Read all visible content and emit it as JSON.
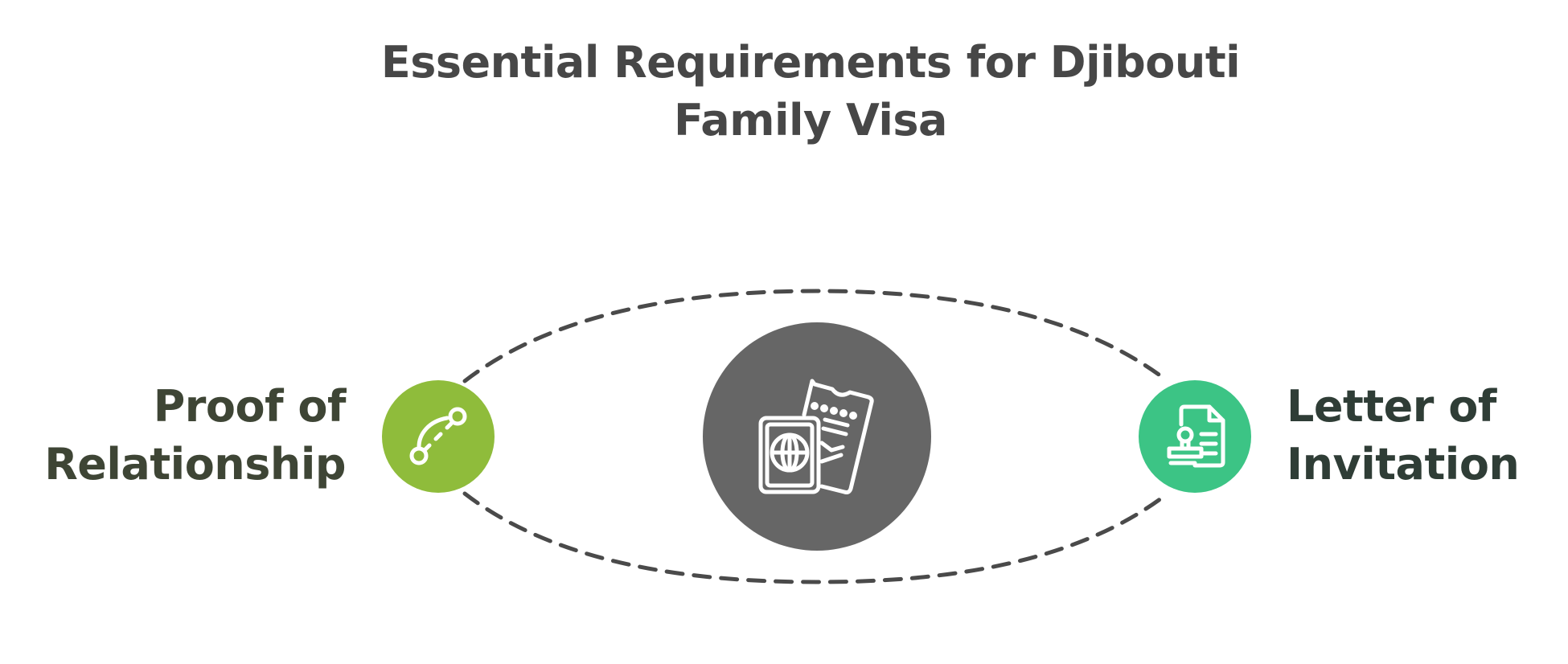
{
  "title": {
    "line1": "Essential Requirements for Djibouti",
    "line2": "Family Visa"
  },
  "nodes": {
    "left": {
      "line1": "Proof of",
      "line2": "Relationship",
      "color": "#8fbc3b",
      "icon": "route-path-icon"
    },
    "center": {
      "color": "#666666",
      "icon": "passport-ticket-icon"
    },
    "right": {
      "line1": "Letter of",
      "line2": "Invitation",
      "color": "#3cc485",
      "icon": "stamped-document-icon"
    }
  },
  "colors": {
    "title_text": "#474747",
    "dashed_ring": "#4a4a4a",
    "icon_stroke": "#ffffff"
  }
}
